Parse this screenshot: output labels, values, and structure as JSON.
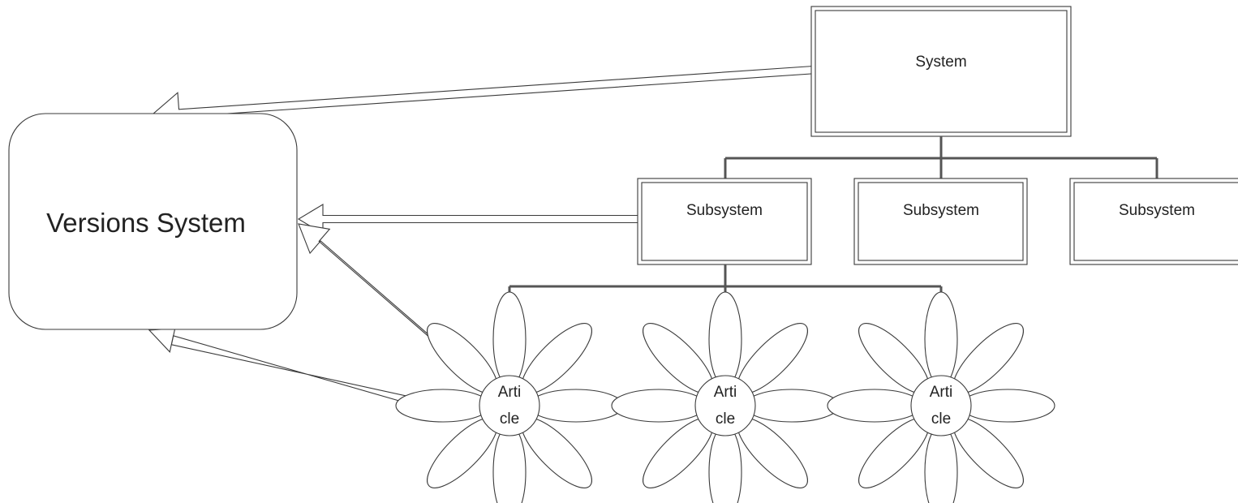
{
  "diagram": {
    "versions_system": {
      "label": "Versions System"
    },
    "system": {
      "label": "System"
    },
    "subsystems": [
      {
        "label": "Subsystem"
      },
      {
        "label": "Subsystem"
      },
      {
        "label": "Subsystem"
      }
    ],
    "articles": [
      {
        "line1": "Arti",
        "line2": "cle"
      },
      {
        "line1": "Arti",
        "line2": "cle"
      },
      {
        "line1": "Arti",
        "line2": "cle"
      }
    ],
    "colors": {
      "stroke": "#3a3a3a",
      "connector": "#555555",
      "fill": "#ffffff",
      "text": "#222222"
    }
  }
}
